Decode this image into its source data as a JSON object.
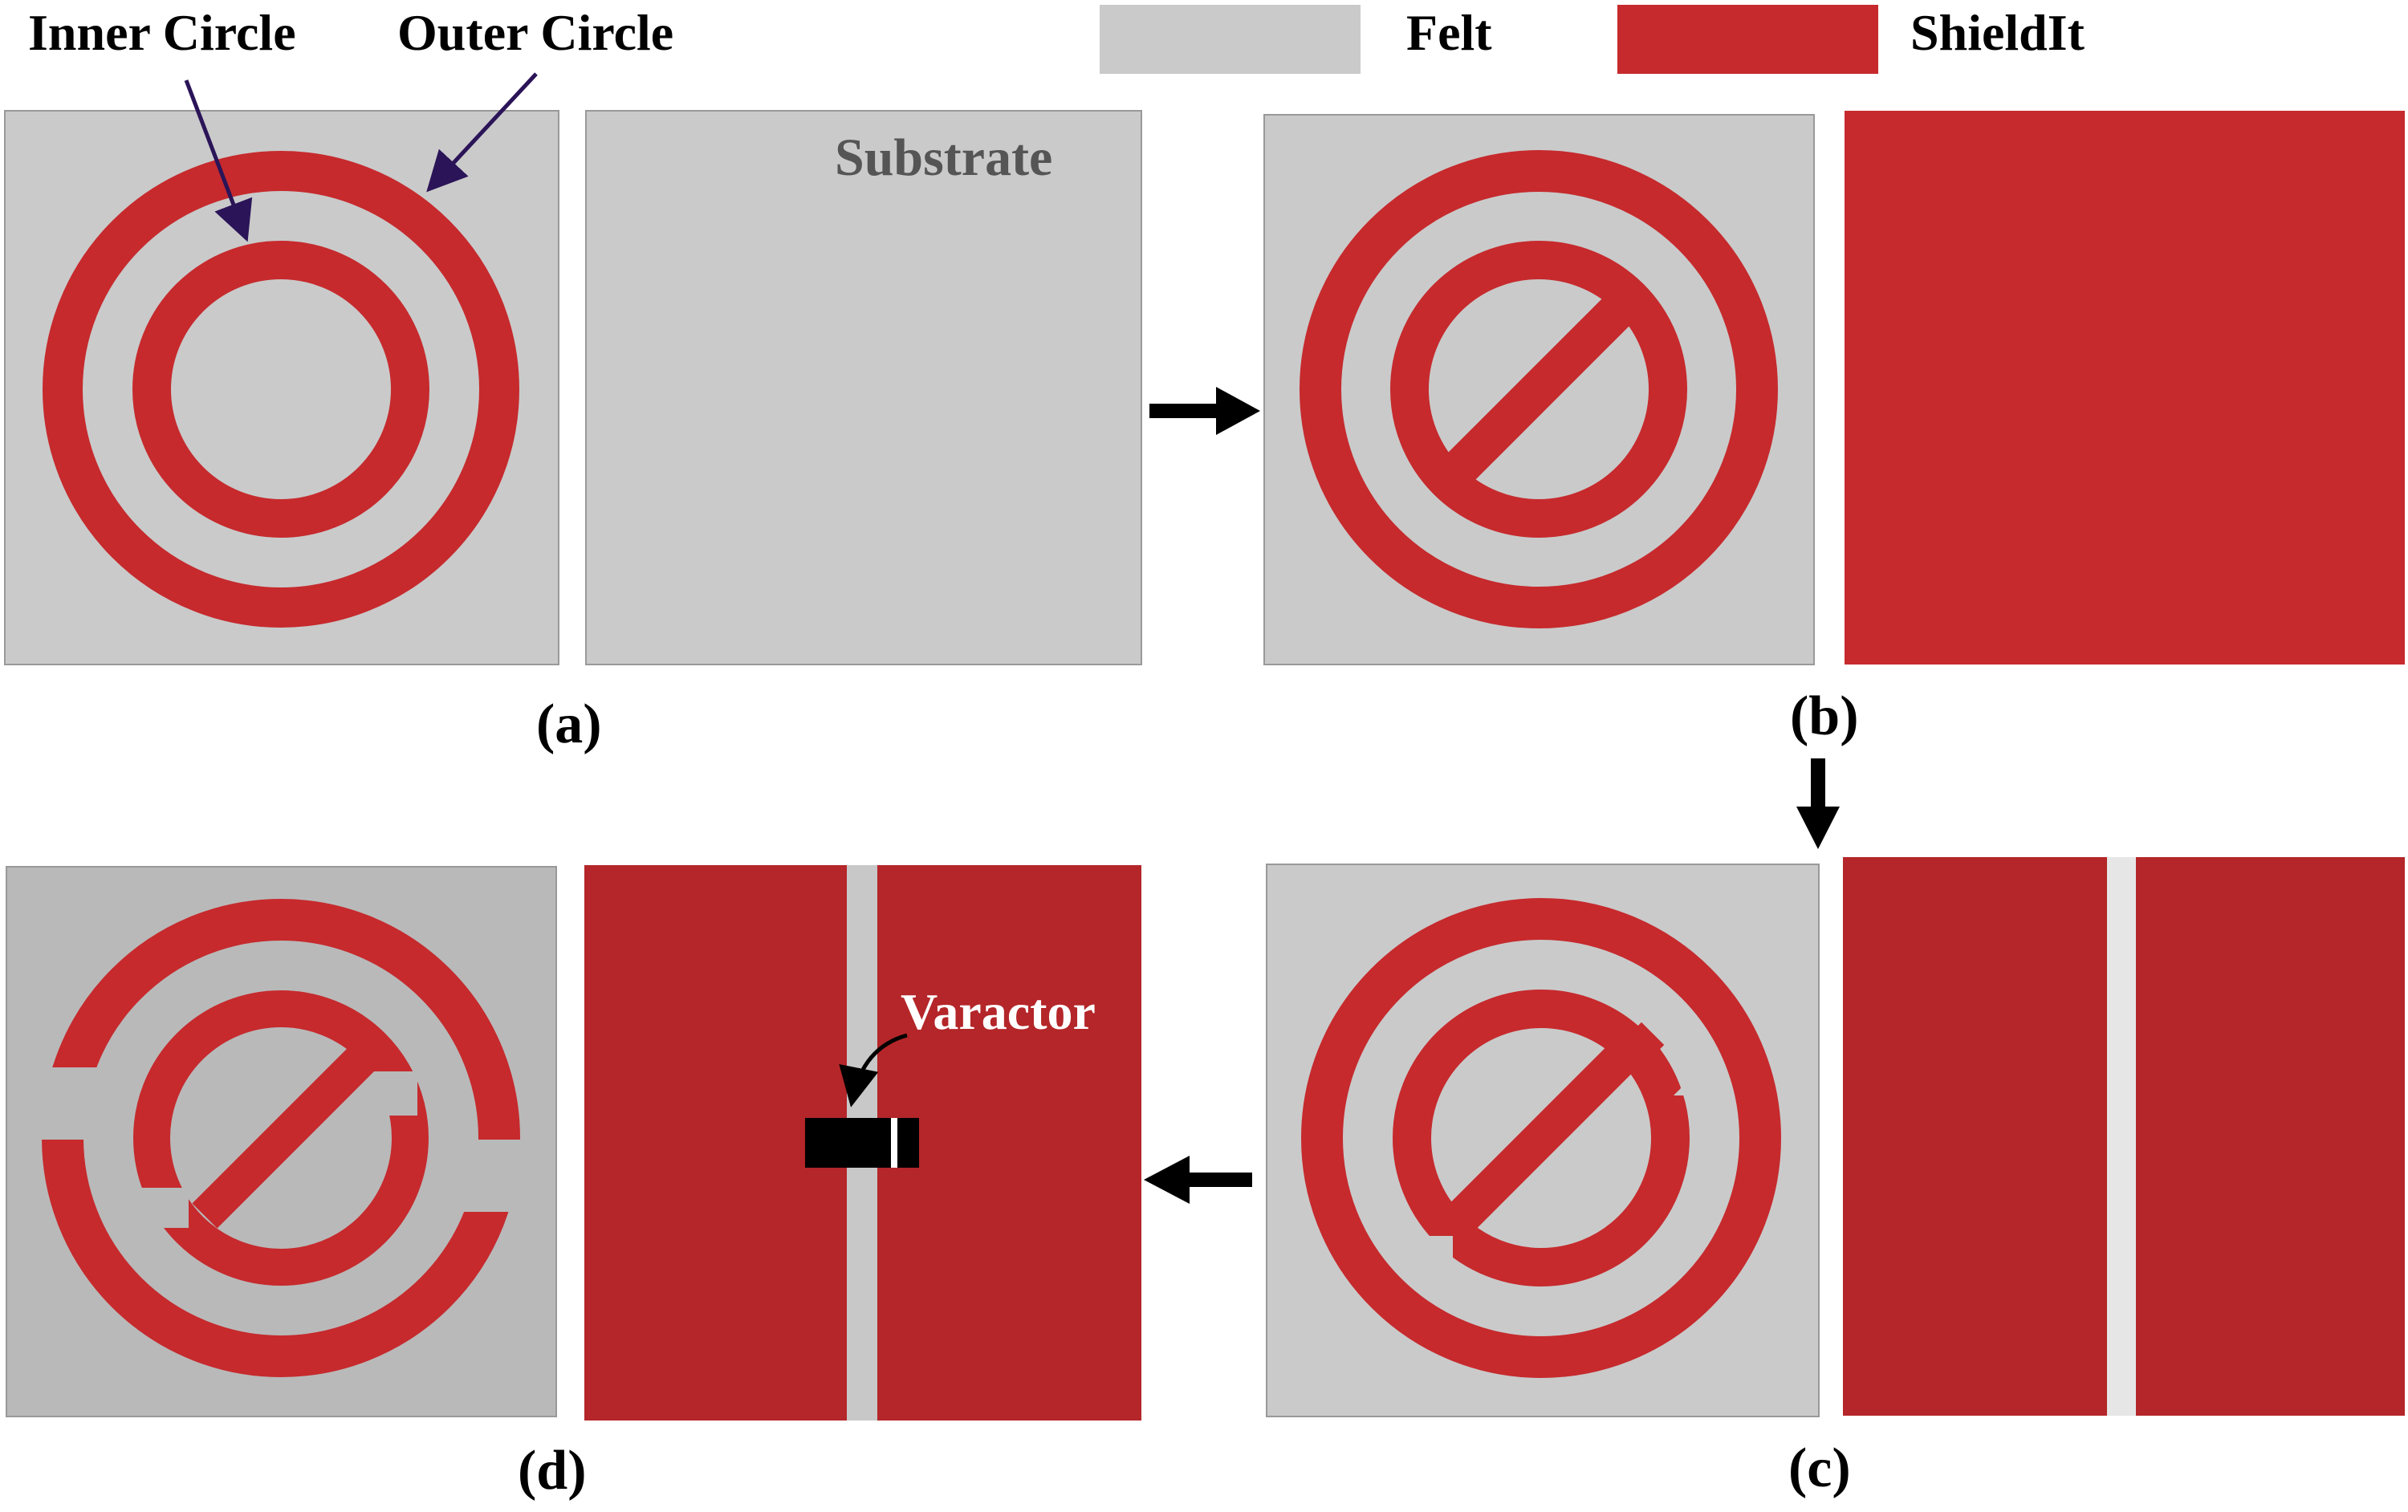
{
  "legend": {
    "felt": "Felt",
    "shieldit": "ShieldIt"
  },
  "annotations": {
    "inner_circle": "Inner Circle",
    "outer_circle": "Outer Circle",
    "substrate": "Substrate",
    "varactor": "Varactor"
  },
  "panels": {
    "a": "(a)",
    "b": "(b)",
    "c": "(c)",
    "d": "(d)"
  },
  "colors": {
    "felt": "#cacaca",
    "felt_dark": "#b9b9b9",
    "shieldit": "#c62a2d",
    "shieldit_dark": "#b42629",
    "arrow": "#000000",
    "pointer": "#2b1458",
    "varactor_body": "#000000"
  }
}
